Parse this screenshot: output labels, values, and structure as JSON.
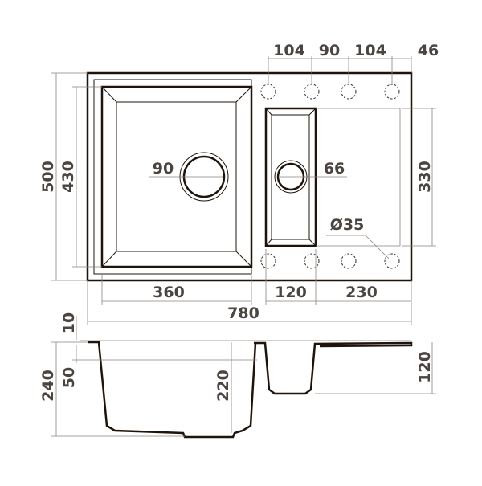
{
  "top_view": {
    "tap_spacing": [
      "104",
      "90",
      "104",
      "46"
    ],
    "overall_depth": "500",
    "main_bowl_depth": "430",
    "main_drain": "90",
    "small_drain": "66",
    "drainboard_depth": "330",
    "tap_hole": "Ø35",
    "main_bowl_width": "360",
    "small_bowl_width": "120",
    "drainboard_width": "230",
    "overall_width": "780"
  },
  "side_view": {
    "rim_thickness": "10",
    "overall_height": "240",
    "overflow_height": "50",
    "main_bowl_height": "220",
    "small_bowl_height": "120"
  },
  "colors": {
    "outline": "#1e140c",
    "dimension": "#8a847e",
    "text": "#4a4541"
  }
}
